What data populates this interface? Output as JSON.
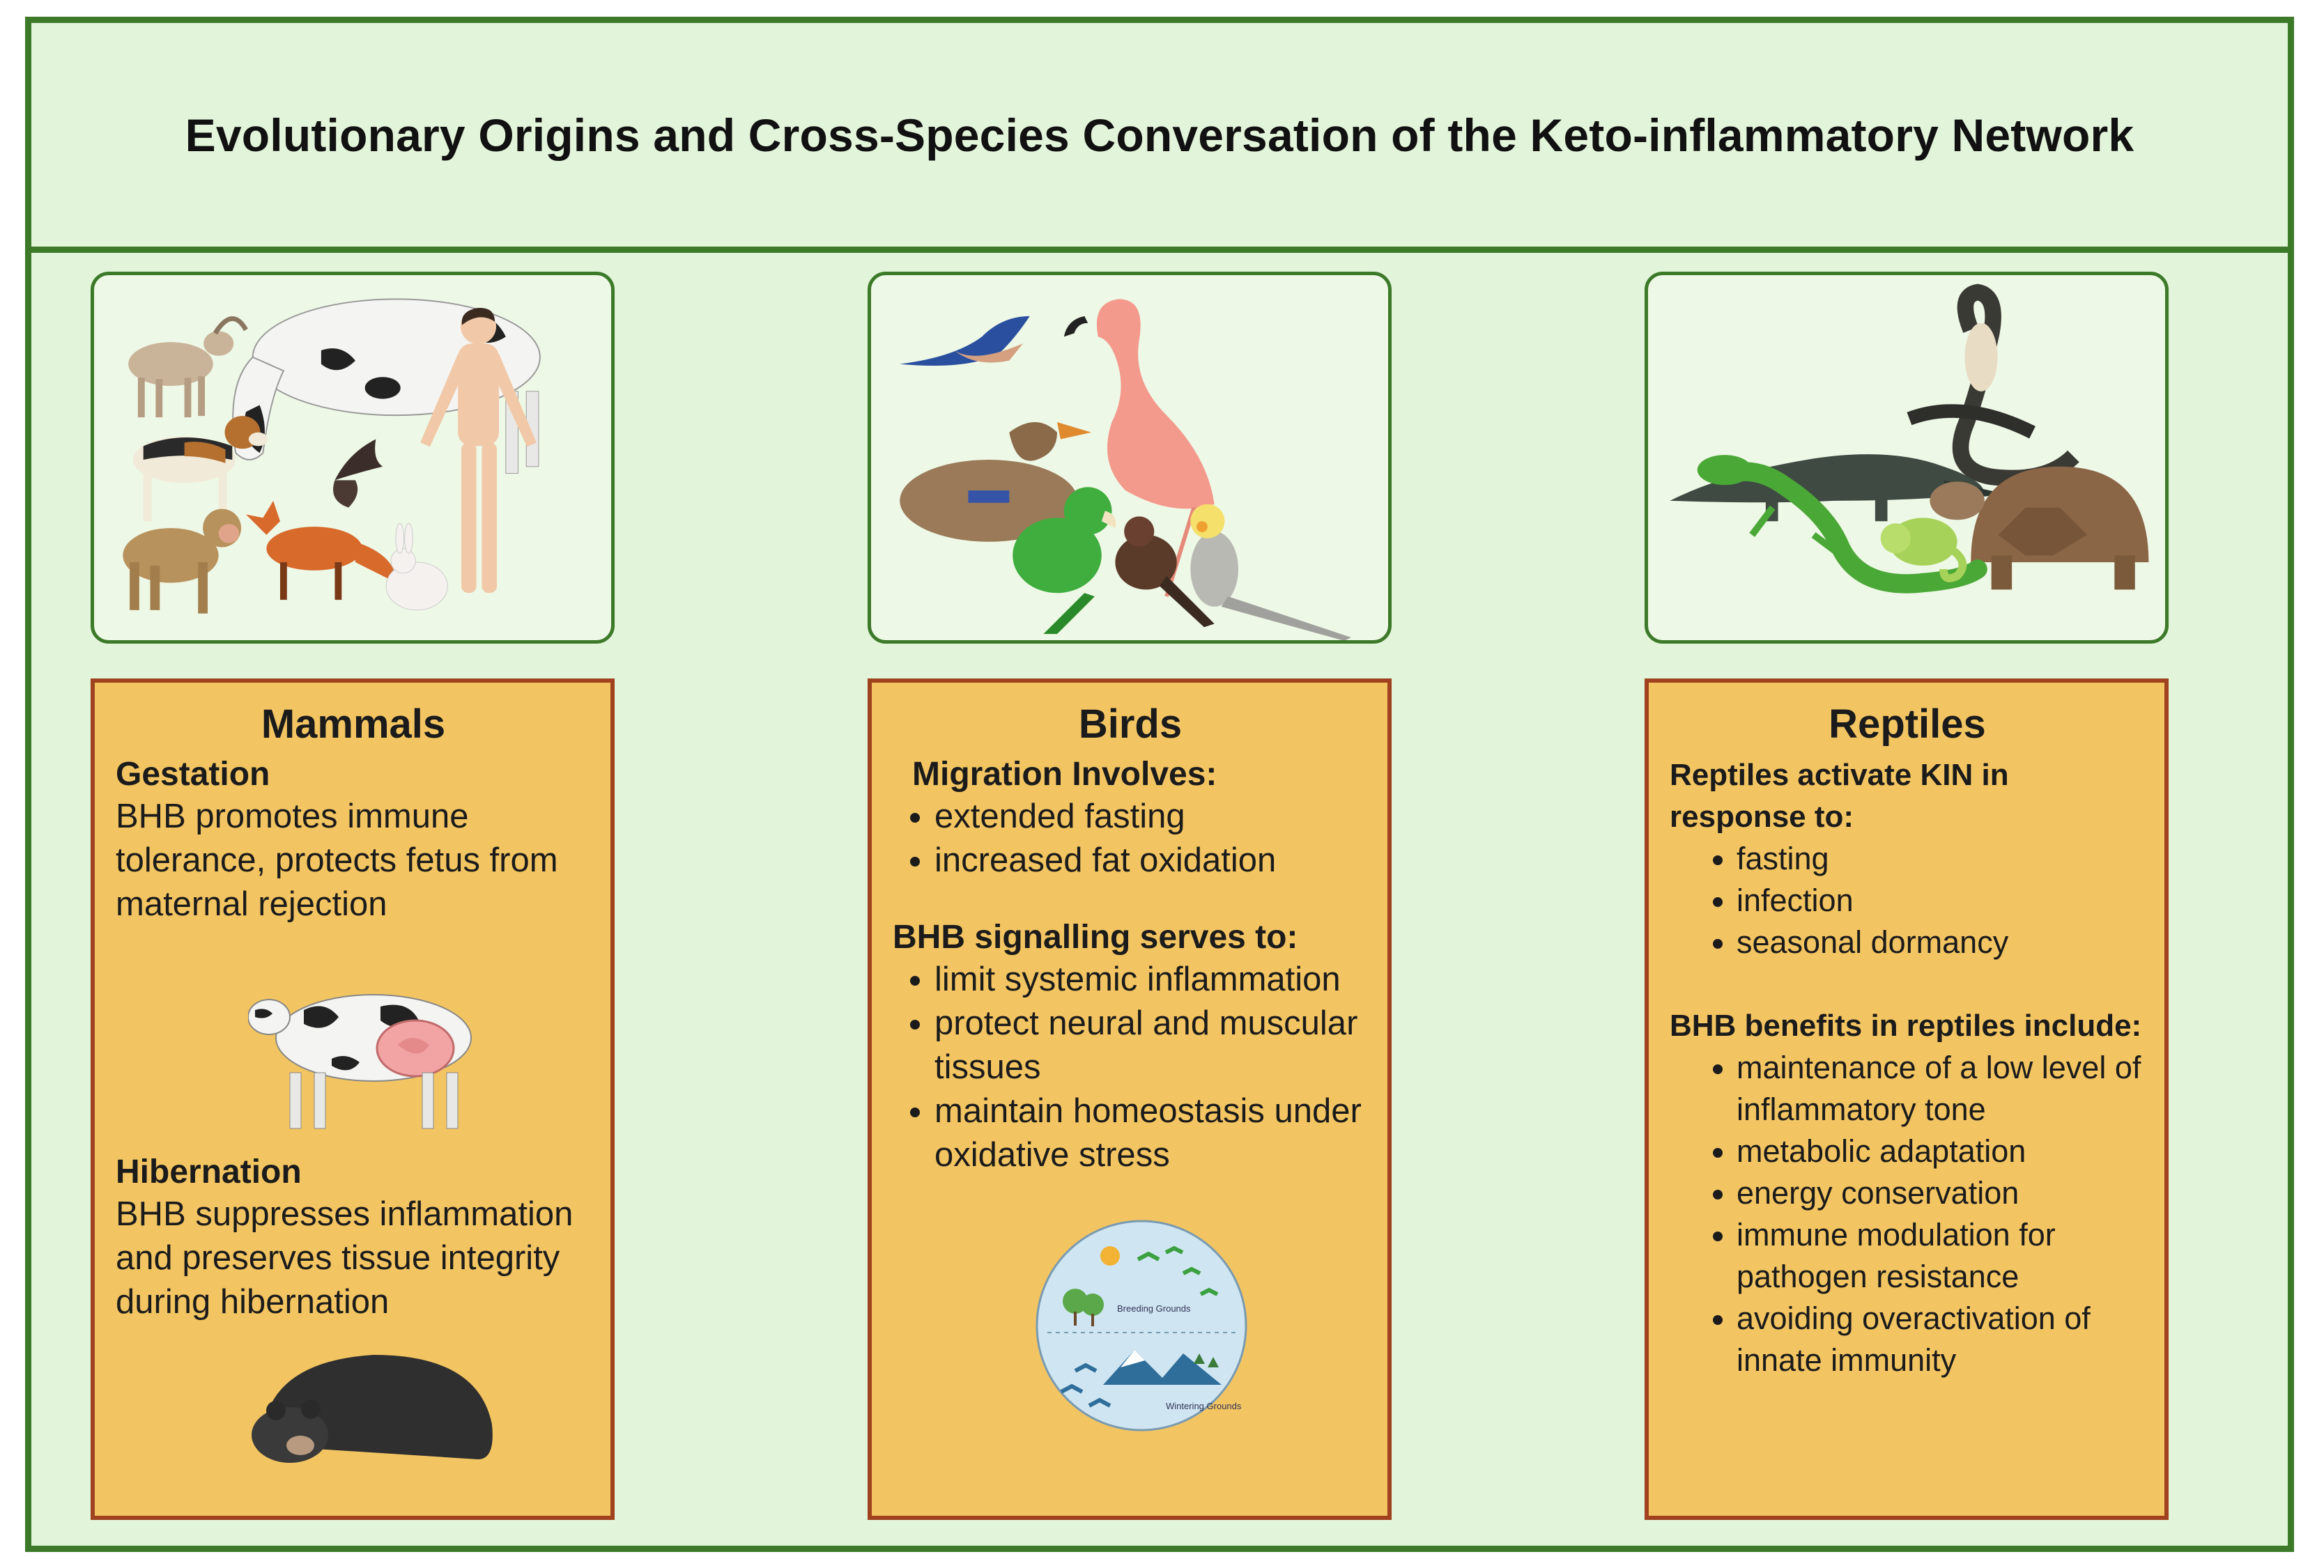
{
  "title": "Evolutionary Origins and Cross-Species Conversation of the Keto-inflammatory Network",
  "mammals": {
    "heading": "Mammals",
    "gestation_title": "Gestation",
    "gestation_text": "BHB promotes immune tolerance, protects fetus from maternal rejection",
    "hibernation_title": "Hibernation",
    "hibernation_text": "BHB suppresses inflammation and preserves tissue integrity during hibernation"
  },
  "birds": {
    "heading": "Birds",
    "migration_title": "Migration Involves:",
    "migration_items": [
      "extended fasting",
      "increased fat oxidation"
    ],
    "signalling_title": "BHB signalling serves to:",
    "signalling_items": [
      "limit systemic inflammation",
      "protect neural and muscular tissues",
      "maintain homeostasis under oxidative stress"
    ],
    "diagram_labels": [
      "Breeding Grounds",
      "Wintering Grounds"
    ]
  },
  "reptiles": {
    "heading": "Reptiles",
    "activate_title": "Reptiles activate KIN in response to:",
    "activate_items": [
      "fasting",
      "infection",
      "seasonal dormancy"
    ],
    "benefits_title": "BHB benefits in reptiles include:",
    "benefits_items": [
      "maintenance of a low level of inflammatory tone",
      "metabolic adaptation",
      "energy conservation",
      "immune modulation for pathogen resistance",
      "avoiding overactivation of innate immunity"
    ]
  },
  "icons": [
    "goat-icon",
    "cow-icon",
    "human-icon",
    "dog-icon",
    "monkey-icon",
    "fox-icon",
    "bat-icon",
    "rabbit-icon",
    "swallow-icon",
    "flamingo-icon",
    "duck-icon",
    "parrot-icon",
    "sparrow-icon",
    "cockatiel-icon",
    "cobra-icon",
    "crocodile-icon",
    "lizard-icon",
    "tortoise-icon",
    "chameleon-icon",
    "pregnant-cow-icon",
    "bear-icon",
    "migration-cycle-icon"
  ],
  "colors": {
    "frame": "#3c7a2a",
    "panel": "#e2f4d9",
    "textbox": "#f3c562",
    "textbox_border": "#a0421f"
  }
}
